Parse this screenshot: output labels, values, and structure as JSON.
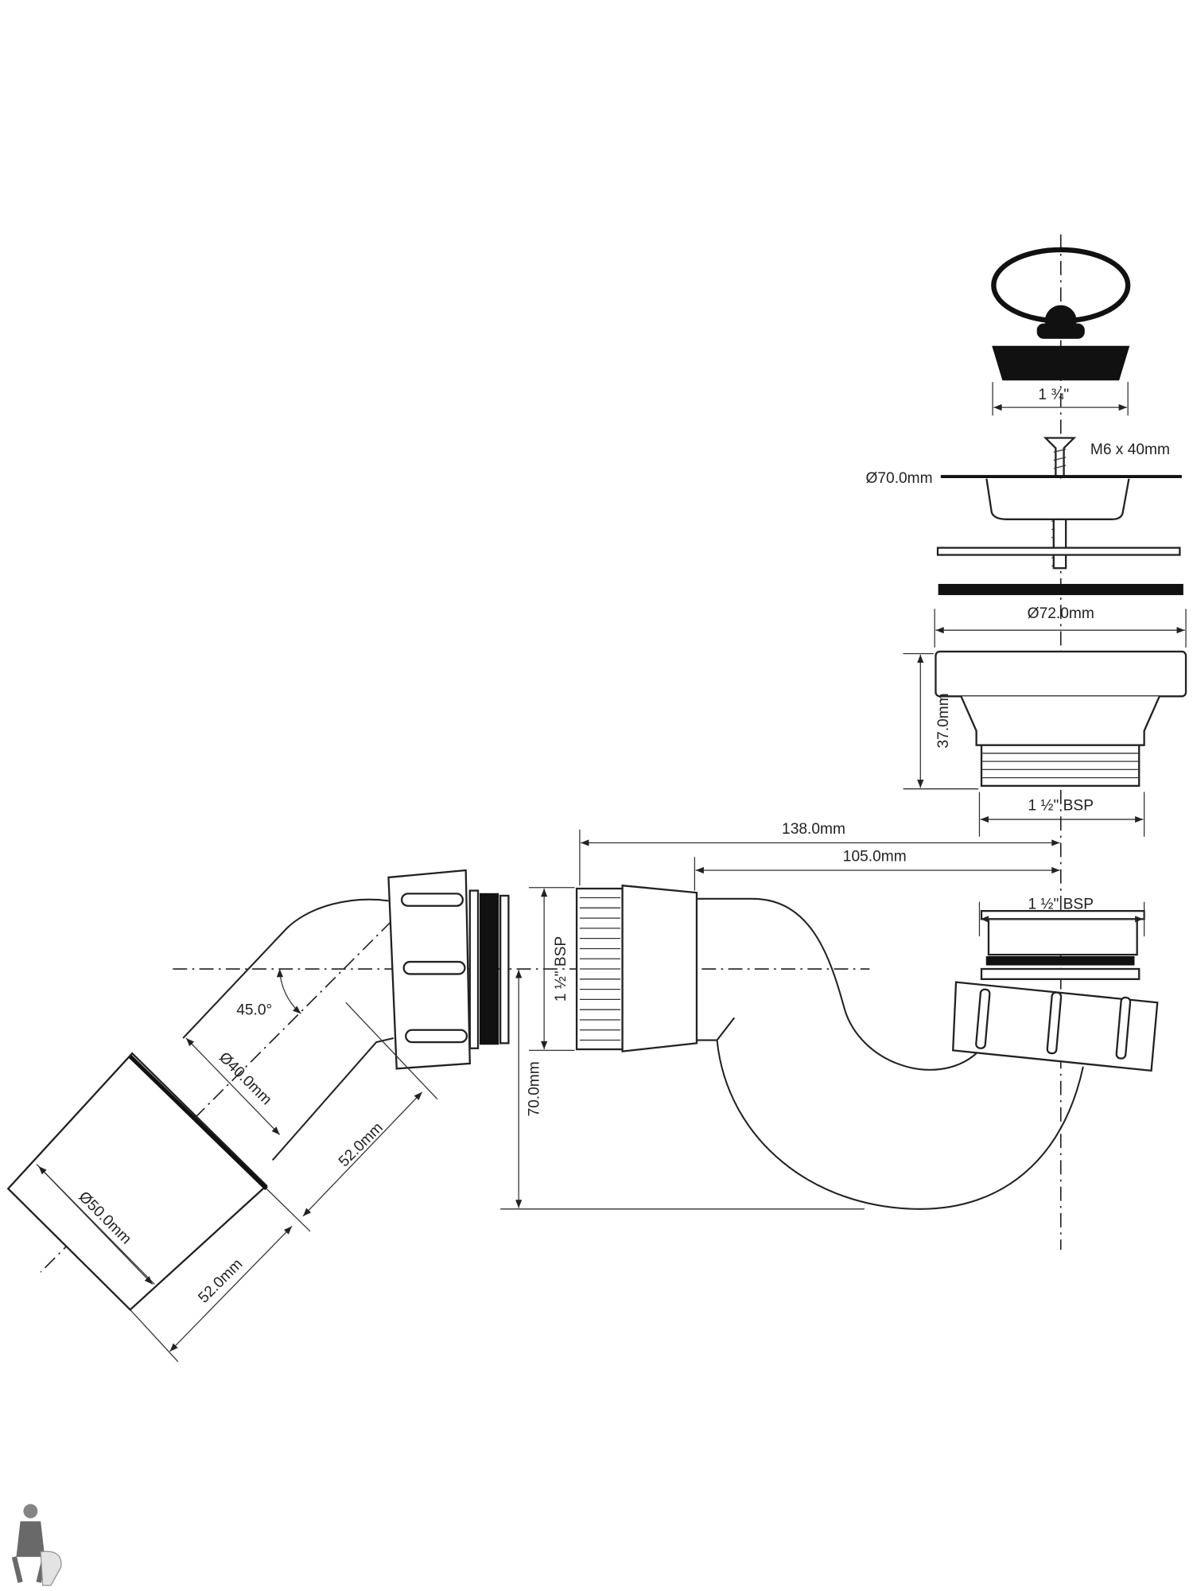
{
  "title": "Bath waste trap technical drawing",
  "labels": {
    "plug_width": "1 ¾\"",
    "screw": "M6 x 40mm",
    "grate_dia": "Ø70.0mm",
    "gasket_dia": "Ø72.0mm",
    "body_height": "37.0mm",
    "body_thread": "1 ½\" BSP",
    "outlet_len_total": "138.0mm",
    "outlet_len": "105.0mm",
    "inlet_thread": "1 ½\" BSP",
    "trap_thread_vertical": "1 ½\" BSP",
    "angle": "45.0°",
    "inner_dia": "Ø40.0mm",
    "elbow_len": "52.0mm",
    "outer_dia": "Ø50.0mm",
    "pipe_len": "52.0mm",
    "seal_depth": "70.0mm"
  },
  "colors": {
    "line": "#222222",
    "background": "#ffffff"
  }
}
